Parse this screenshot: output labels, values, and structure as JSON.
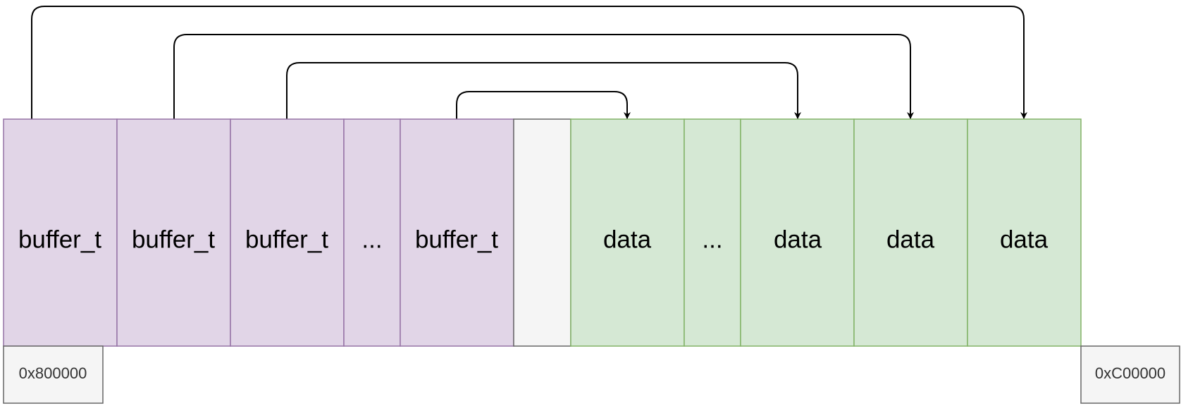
{
  "colors": {
    "buffer_fill": "#e1d5e7",
    "buffer_stroke": "#9673a6",
    "gap_fill": "#f5f5f5",
    "gap_stroke": "#666666",
    "data_fill": "#d5e8d4",
    "data_stroke": "#82b366",
    "arrow": "#000000"
  },
  "cells": [
    {
      "kind": "buffer",
      "label": "buffer_t"
    },
    {
      "kind": "buffer",
      "label": "buffer_t"
    },
    {
      "kind": "buffer",
      "label": "buffer_t"
    },
    {
      "kind": "buffer",
      "label": "..."
    },
    {
      "kind": "buffer",
      "label": "buffer_t"
    },
    {
      "kind": "gap",
      "label": ""
    },
    {
      "kind": "data",
      "label": "data"
    },
    {
      "kind": "data",
      "label": "..."
    },
    {
      "kind": "data",
      "label": "data"
    },
    {
      "kind": "data",
      "label": "data"
    },
    {
      "kind": "data",
      "label": "data"
    }
  ],
  "pointers": [
    {
      "from": "buffer-1",
      "to": "data-4"
    },
    {
      "from": "buffer-2",
      "to": "data-3"
    },
    {
      "from": "buffer-3",
      "to": "data-2"
    },
    {
      "from": "buffer-5",
      "to": "data-1"
    }
  ],
  "addresses": {
    "start": "0x800000",
    "end": "0xC00000"
  }
}
